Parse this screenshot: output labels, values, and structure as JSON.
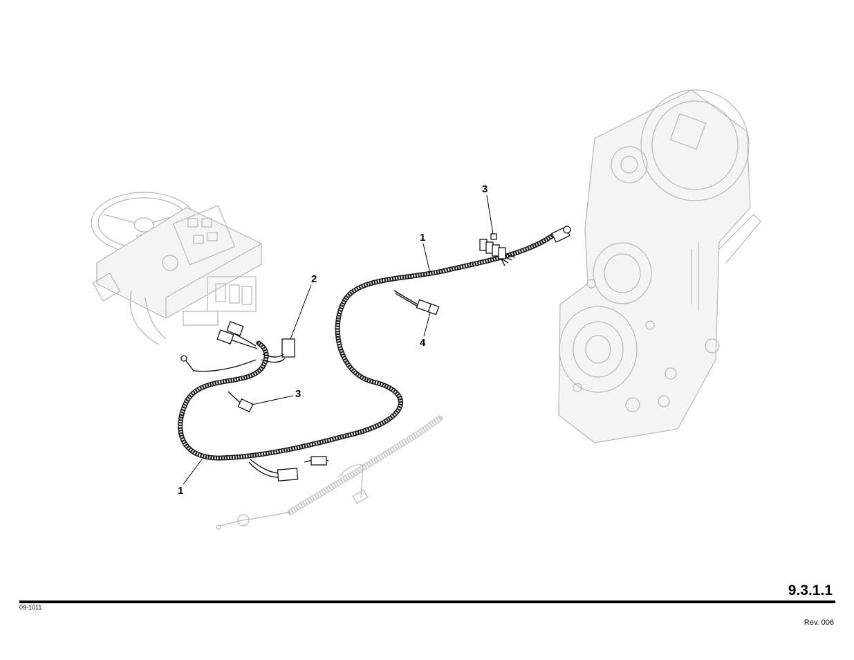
{
  "callouts": [
    {
      "id": "1",
      "label": "1"
    },
    {
      "id": "2",
      "label": "2"
    },
    {
      "id": "3",
      "label": "3"
    },
    {
      "id": "4",
      "label": "4"
    }
  ],
  "footer": {
    "page_number": "9.3.1.1",
    "doc_code": "09-1011",
    "revision": "Rev. 006"
  }
}
